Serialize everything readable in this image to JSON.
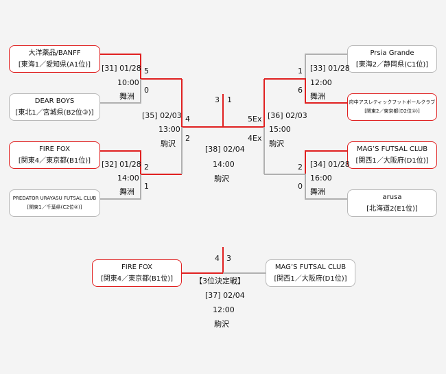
{
  "teams": {
    "t1": {
      "name": "大洋薬品/BANFF",
      "aff": "[東海1／愛知県(A1位)]"
    },
    "t2": {
      "name": "DEAR BOYS",
      "aff": "[東北1／宮城県(B2位③)]"
    },
    "t3": {
      "name": "FIRE FOX",
      "aff": "[関東4／東京都(B1位)]"
    },
    "t4": {
      "name": "PREDATOR URAYASU FUTSAL CLUB",
      "aff": "[関東1／千葉県(C2位②)]"
    },
    "t5": {
      "name": "Prsia Grande",
      "aff": "[東海2／静岡県(C1位)]"
    },
    "t6": {
      "name": "府中アスレティックフットボールクラブ",
      "aff": "[関東2／東京都(D2位①)]"
    },
    "t7": {
      "name": "MAG’S FUTSAL CLUB",
      "aff": "[関西1／大阪府(D1位)]"
    },
    "t8": {
      "name": "arusa",
      "aff": "[北海道2(E1位)]"
    },
    "t9": {
      "name": "FIRE FOX",
      "aff": "[関東4／東京都(B1位)]"
    },
    "t10": {
      "name": "MAG’S FUTSAL CLUB",
      "aff": "[関西1／大阪府(D1位)]"
    }
  },
  "matches": {
    "m31": {
      "no": "[31] 01/28",
      "time": "10:00",
      "venue": "舞洲",
      "s1": "5",
      "s2": "0"
    },
    "m32": {
      "no": "[32] 01/28",
      "time": "14:00",
      "venue": "舞洲",
      "s1": "2",
      "s2": "1"
    },
    "m33": {
      "no": "[33] 01/28",
      "time": "12:00",
      "venue": "舞洲",
      "s1": "1",
      "s2": "6"
    },
    "m34": {
      "no": "[34] 01/28",
      "time": "16:00",
      "venue": "舞洲",
      "s1": "2",
      "s2": "0"
    },
    "m35": {
      "no": "[35] 02/03",
      "time": "13:00",
      "venue": "駒沢",
      "s1": "4",
      "s2": "2"
    },
    "m36": {
      "no": "[36] 02/03",
      "time": "15:00",
      "venue": "駒沢",
      "s1": "5Ex",
      "s2": "4Ex"
    },
    "m38": {
      "no": "[38] 02/04",
      "time": "14:00",
      "venue": "駒沢",
      "s1": "3",
      "s2": "1"
    },
    "m37": {
      "label": "【3位決定戦】",
      "no": "[37] 02/04",
      "time": "12:00",
      "venue": "駒沢",
      "s1": "4",
      "s2": "3"
    }
  },
  "colors": {
    "winner_line": "#e02020",
    "loser_line": "#b0b0b0",
    "winner_border": "#e02020",
    "loser_border": "#b8b8b8"
  }
}
